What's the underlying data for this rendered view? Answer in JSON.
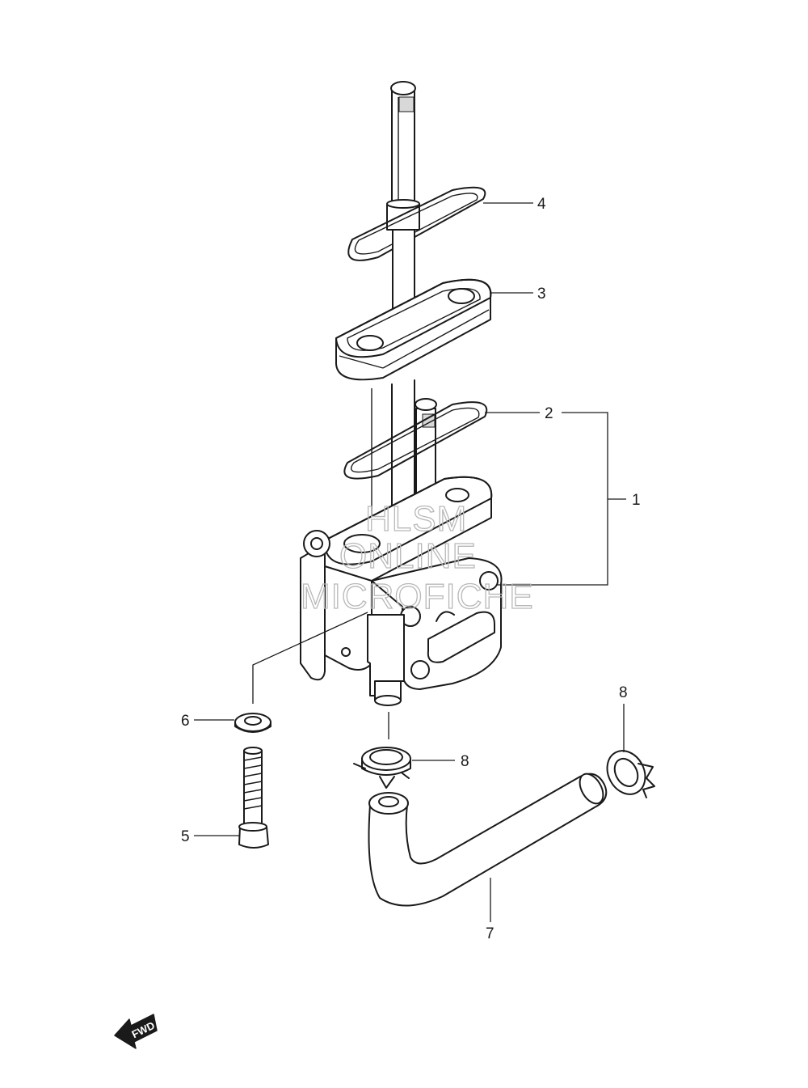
{
  "callouts": {
    "part_1": "1",
    "part_2": "2",
    "part_3": "3",
    "part_4": "4",
    "part_5": "5",
    "part_6": "6",
    "part_7": "7",
    "part_8_left": "8",
    "part_8_right": "8"
  },
  "watermark": {
    "line1": "HLSM",
    "line2": "ONLINE",
    "line3": "MICROFICHE"
  },
  "fwd_arrow": {
    "label": "FWD"
  }
}
